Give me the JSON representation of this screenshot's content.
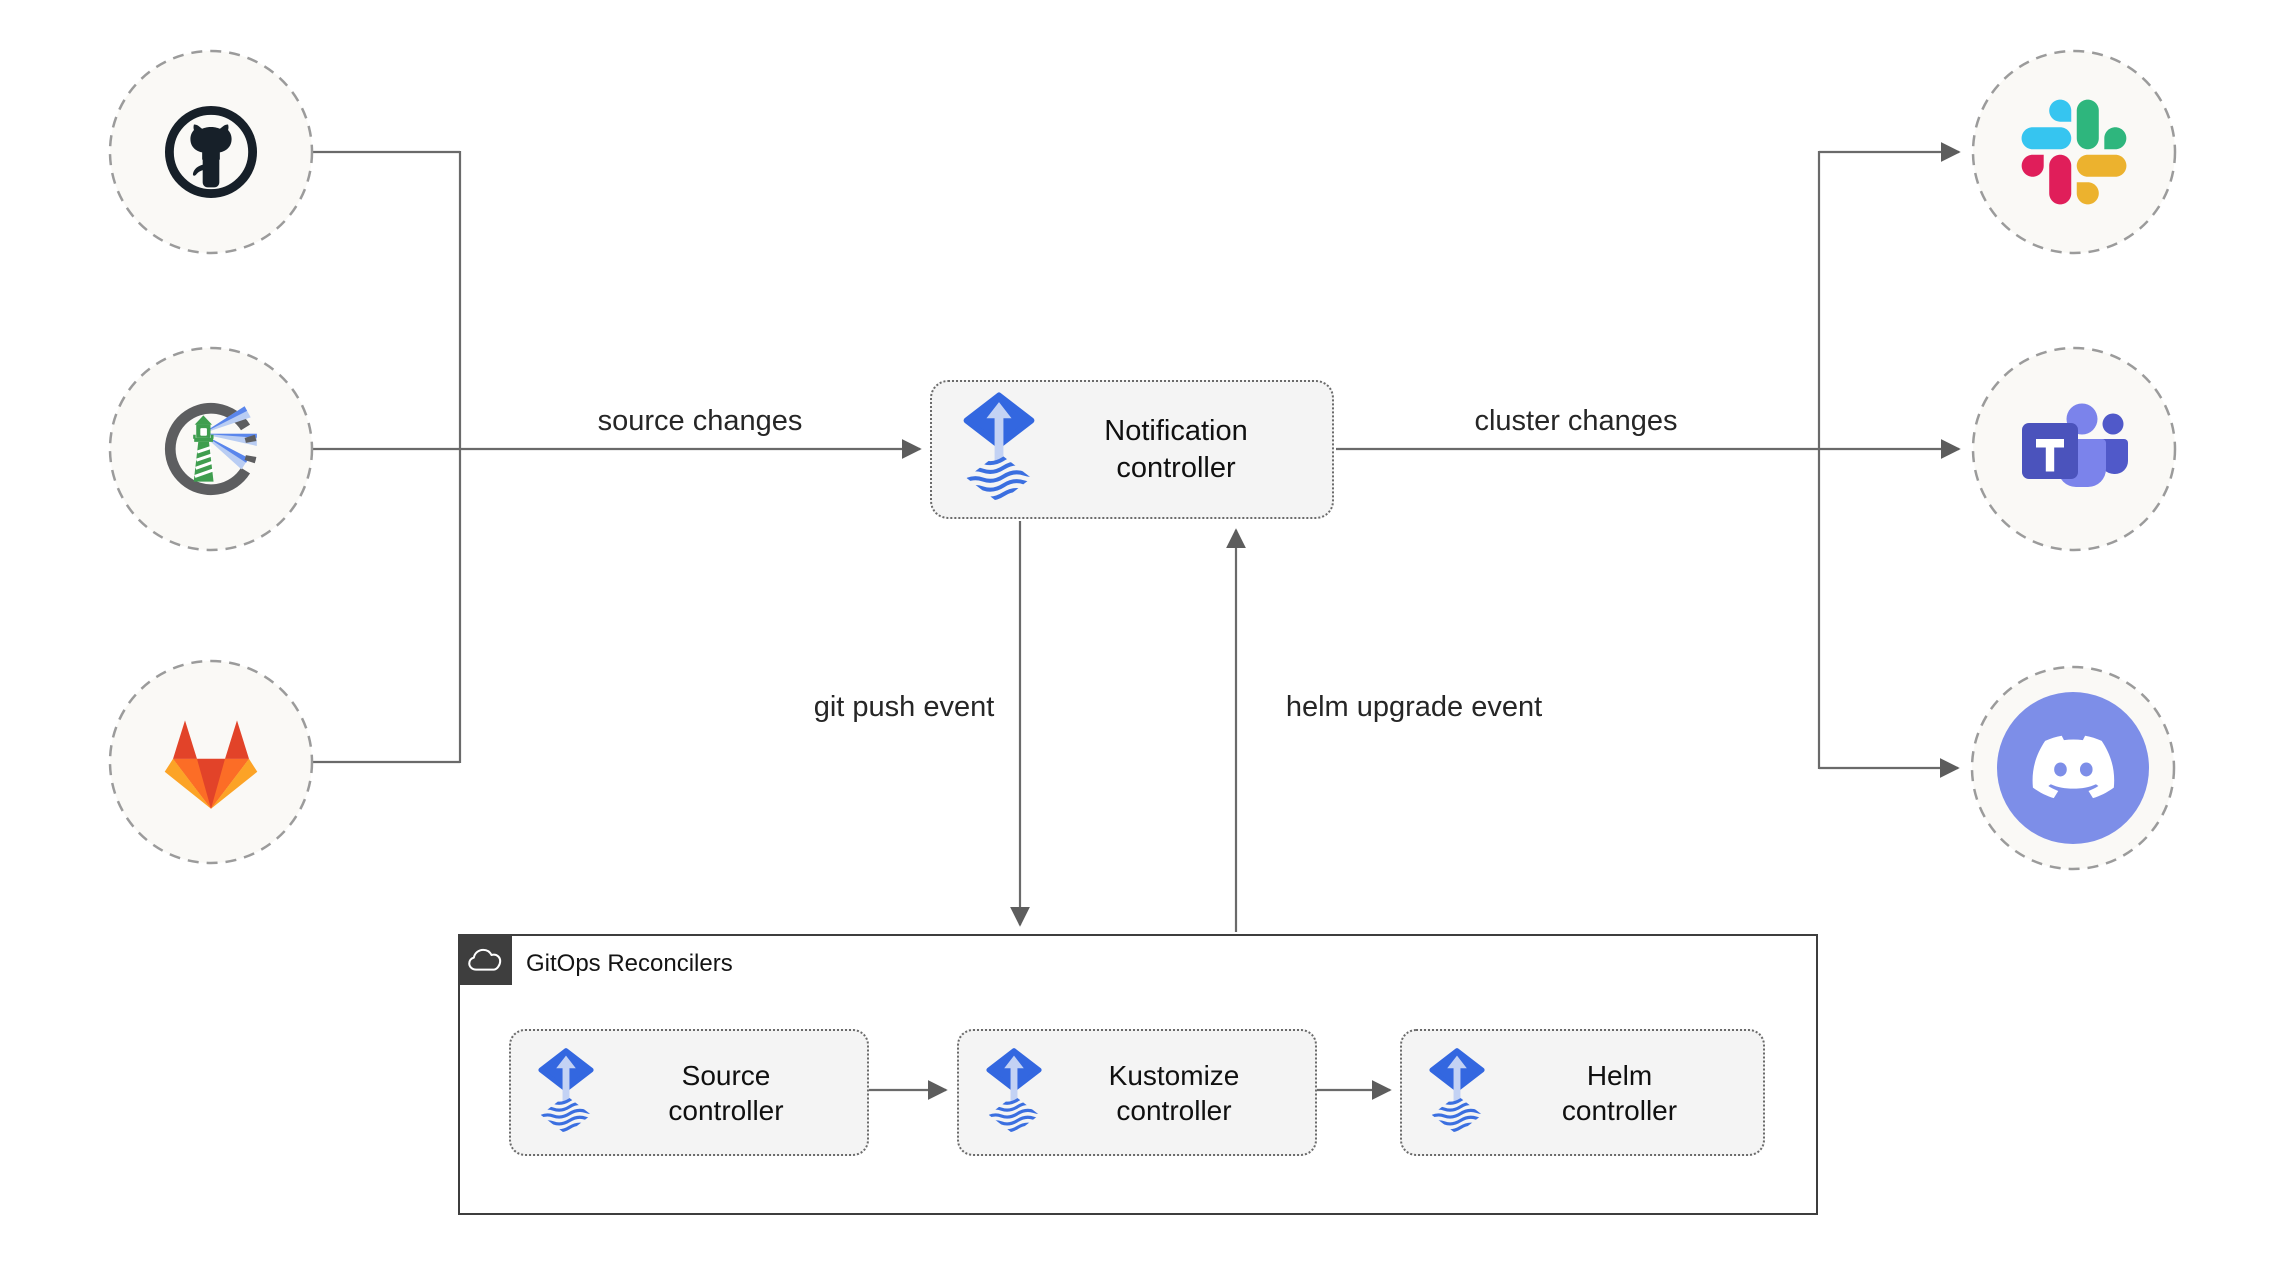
{
  "nodes": {
    "sources": [
      {
        "icon": "github-icon"
      },
      {
        "icon": "harbor-icon"
      },
      {
        "icon": "gitlab-icon"
      }
    ],
    "notification_controller": {
      "line1": "Notification",
      "line2": "controller",
      "icon": "flux-icon"
    },
    "targets": [
      {
        "icon": "slack-icon"
      },
      {
        "icon": "teams-icon"
      },
      {
        "icon": "discord-icon"
      }
    ]
  },
  "edge_labels": {
    "source_changes": "source changes",
    "cluster_changes": "cluster changes",
    "git_push_event": "git push event",
    "helm_upgrade_event": "helm upgrade event"
  },
  "reconcilers": {
    "title": "GitOps Reconcilers",
    "icon": "cloud-icon",
    "controllers": [
      {
        "line1": "Source",
        "line2": "controller",
        "icon": "flux-icon"
      },
      {
        "line1": "Kustomize",
        "line2": "controller",
        "icon": "flux-icon"
      },
      {
        "line1": "Helm",
        "line2": "controller",
        "icon": "flux-icon"
      }
    ]
  },
  "colors": {
    "flux_blue": "#3367e0",
    "flux_arrow_light": "#c3d2f4",
    "edge_gray": "#6a6a6a",
    "node_fill": "#faf9f6",
    "node_border": "#9b9b9b",
    "box_fill": "#f4f4f4",
    "box_border": "#6a6a6a",
    "container_border": "#3e3e3e",
    "github_dark": "#172029",
    "harbor_green": "#3f9e4f",
    "gitlab_red": "#e24329",
    "gitlab_orange": "#fc6d26",
    "gitlab_yellow": "#fca326",
    "slack_blue": "#36C5F0",
    "slack_green": "#2EB67D",
    "slack_yellow": "#ECB22E",
    "slack_pink": "#E01E5A",
    "teams_indigo": "#4b53bc",
    "teams_light": "#7b83eb",
    "teams_mid": "#5059c9",
    "discord_blurple": "#7d8ee8"
  }
}
